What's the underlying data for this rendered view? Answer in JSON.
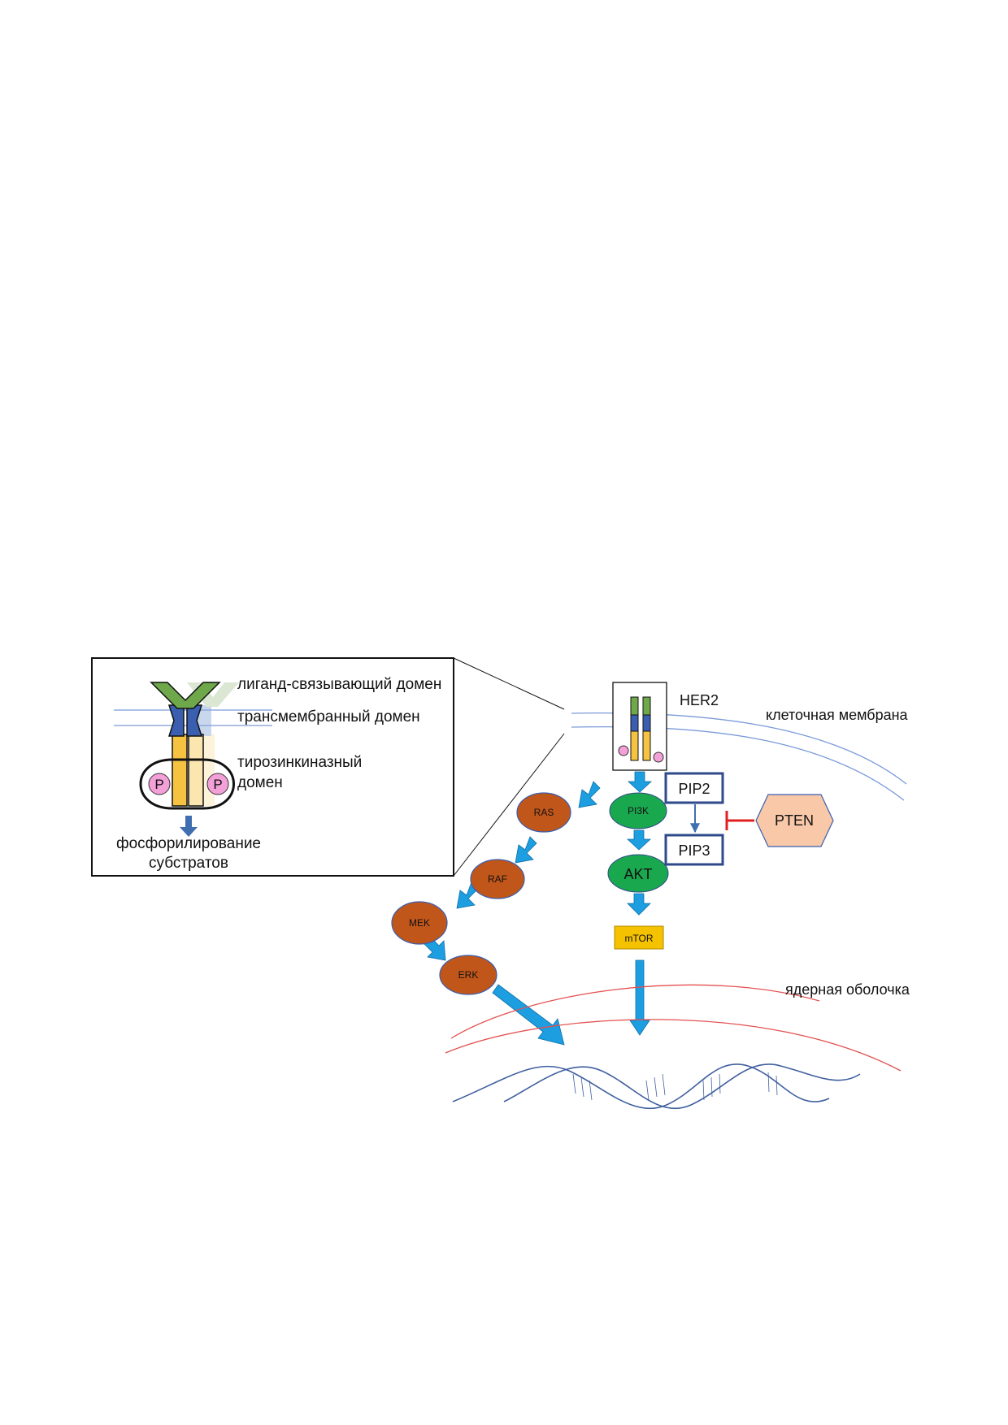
{
  "inset": {
    "ligand_label": "лиганд-связывающий домен",
    "transmembrane_label": "трансмембранный домен",
    "tk_label_line1": "тирозинкиназный",
    "tk_label_line2": "домен",
    "phospho_left": "P",
    "phospho_right": "P",
    "result_line1": "фосфорилирование",
    "result_line2": "субстратов"
  },
  "labels": {
    "her2": "HER2",
    "membrane": "клеточная мембрана",
    "nuclear": "ядерная оболочка"
  },
  "nodes": {
    "ras": "RAS",
    "raf": "RAF",
    "mek": "MEK",
    "erk": "ERK",
    "pi3k": "PI3K",
    "akt": "AKT",
    "mtor": "mTOR",
    "pip2": "PIP2",
    "pip3": "PIP3",
    "pten": "PTEN"
  },
  "colors": {
    "ligand_domain": "#6fa84a",
    "transmembrane_domain": "#3a5fb0",
    "kinase_domain": "#f5c242",
    "phospho": "#f4a0d8",
    "mapk_node": "#c0561a",
    "pi3k_node": "#1aa84f",
    "mtor_box": "#f5c200",
    "pten": "#f8c8a8",
    "pip_border": "#2e4a8a",
    "arrow": "#1c9ee0",
    "inhibition": "#e02020",
    "membrane": "#7a9ad8",
    "nuclear_envelope": "#e45050",
    "dna": "#3f5f9f"
  }
}
